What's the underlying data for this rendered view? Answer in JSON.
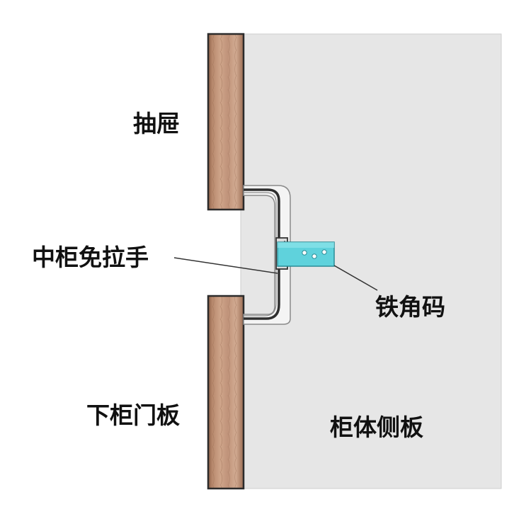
{
  "labels": {
    "drawer": "抽屉",
    "handle_free_profile": "中柜免拉手",
    "iron_bracket": "铁角码",
    "lower_door_panel": "下柜门板",
    "cabinet_side_panel": "柜体侧板"
  },
  "colors": {
    "side_panel": "#e6e6e6",
    "wood_light": "#c49a80",
    "wood_dark": "#8e6249",
    "wood_grain": "#a87a60",
    "profile_fill": "#f2f2f2",
    "profile_stroke": "#3a3a3a",
    "bracket": "#5fd2dc",
    "leader_line": "#333333",
    "text": "#111111"
  }
}
